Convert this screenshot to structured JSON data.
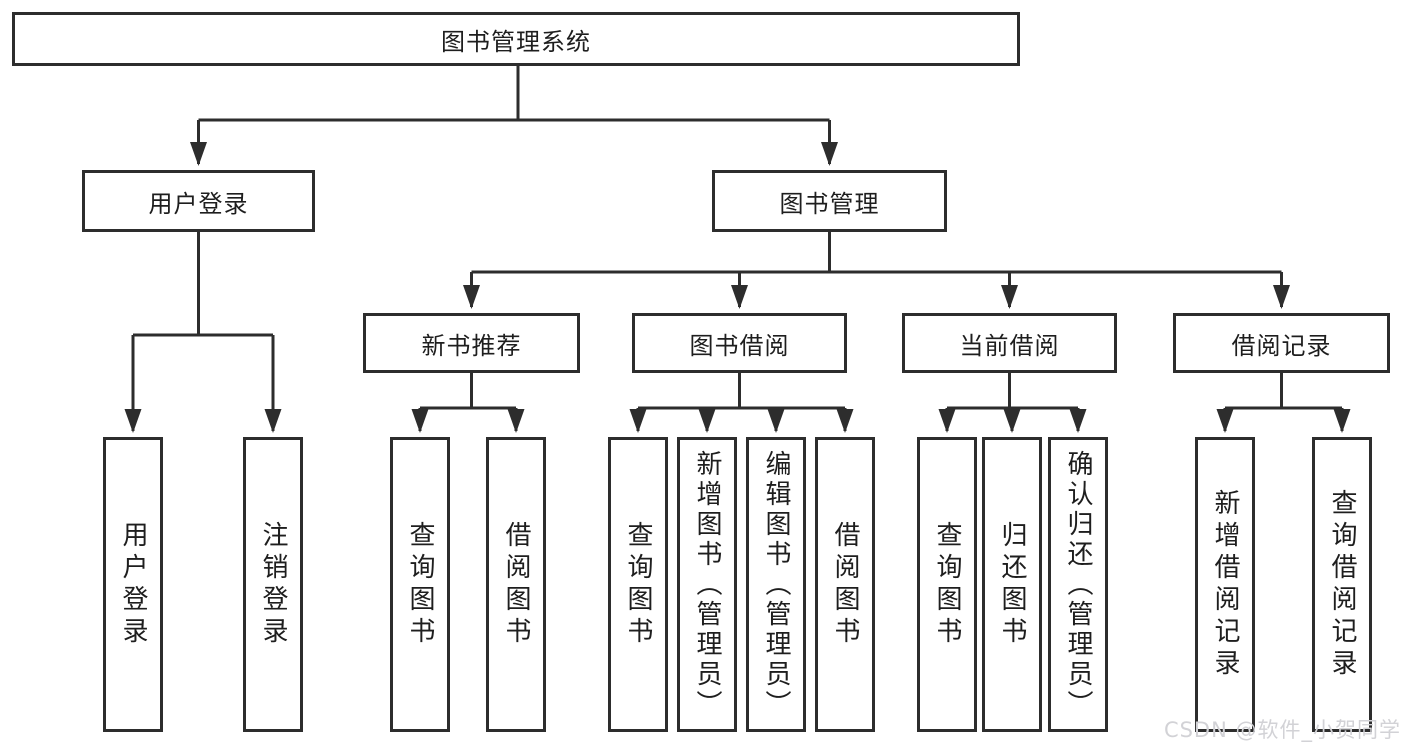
{
  "diagram": {
    "root": {
      "label": "图书管理系统"
    },
    "branches": [
      {
        "label": "用户登录",
        "leaves": [
          {
            "label": "用户登录"
          },
          {
            "label": "注销登录"
          }
        ]
      },
      {
        "label": "图书管理",
        "groups": [
          {
            "label": "新书推荐",
            "leaves": [
              {
                "label": "查询图书"
              },
              {
                "label": "借阅图书"
              }
            ]
          },
          {
            "label": "图书借阅",
            "leaves": [
              {
                "label": "查询图书"
              },
              {
                "label": "新增图书（管理员）"
              },
              {
                "label": "编辑图书（管理员）"
              },
              {
                "label": "借阅图书"
              }
            ]
          },
          {
            "label": "当前借阅",
            "leaves": [
              {
                "label": "查询图书"
              },
              {
                "label": "归还图书"
              },
              {
                "label": "确认归还（管理员）"
              }
            ]
          },
          {
            "label": "借阅记录",
            "leaves": [
              {
                "label": "新增借阅记录"
              },
              {
                "label": "查询借阅记录"
              }
            ]
          }
        ]
      }
    ]
  },
  "watermark": {
    "text": "CSDN @软件_小贺同学"
  },
  "colors": {
    "line": "#2d2d2d",
    "border": "#2d2d2d",
    "text": "#1e1e1e",
    "watermark": "#d2d2d6",
    "background": "#ffffff"
  }
}
